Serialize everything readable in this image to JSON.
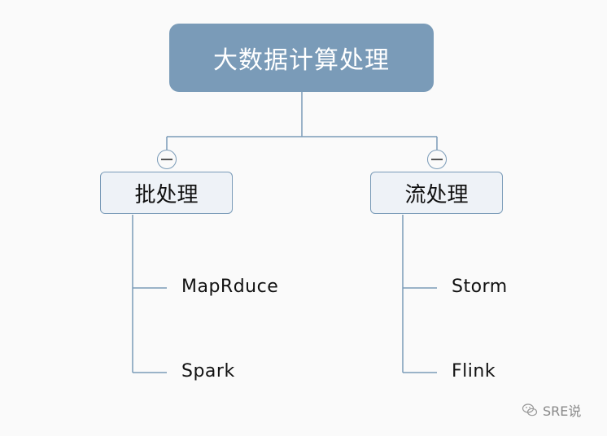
{
  "root": {
    "label": "大数据计算处理"
  },
  "branches": [
    {
      "label": "批处理",
      "leaves": [
        "MapRduce",
        "Spark"
      ]
    },
    {
      "label": "流处理",
      "leaves": [
        "Storm",
        "Flink"
      ]
    }
  ],
  "watermark": {
    "text": "SRE说"
  },
  "colors": {
    "node_fill": "#7a9bb8",
    "line": "#7a9bb8",
    "branch_fill": "#eef2f7"
  }
}
